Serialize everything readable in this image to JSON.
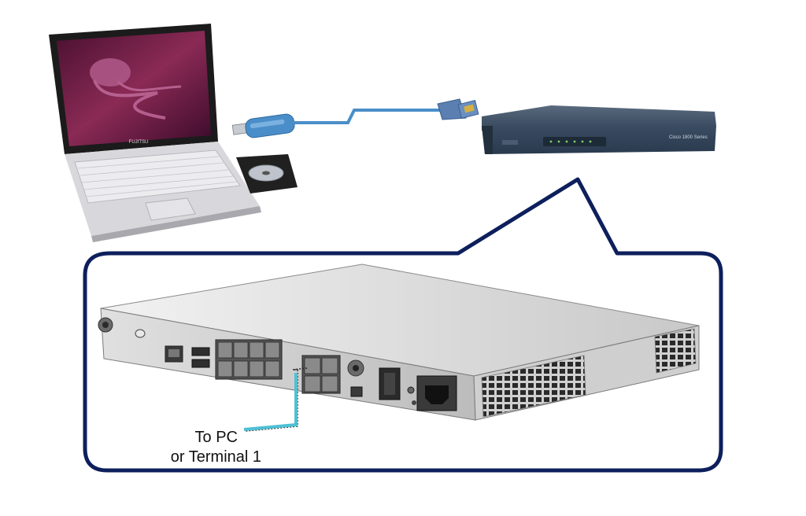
{
  "callout_text": {
    "line1": "To PC",
    "line2": "or Terminal 1"
  },
  "devices": {
    "laptop": {
      "icon": "laptop-icon",
      "brand_text": "FUJITSU"
    },
    "router": {
      "icon": "router-icon",
      "model_text": "Cisco 1800 Series"
    },
    "cable": {
      "icon": "usb-to-rj45-console-cable-icon"
    }
  },
  "colors": {
    "callout_border": "#0d1f5c",
    "console_cable": "#4a8ec9",
    "terminal_cable": "#4ec0d4",
    "router_body": "#3a4a5e",
    "rj45_connector": "#5a7fb0"
  }
}
